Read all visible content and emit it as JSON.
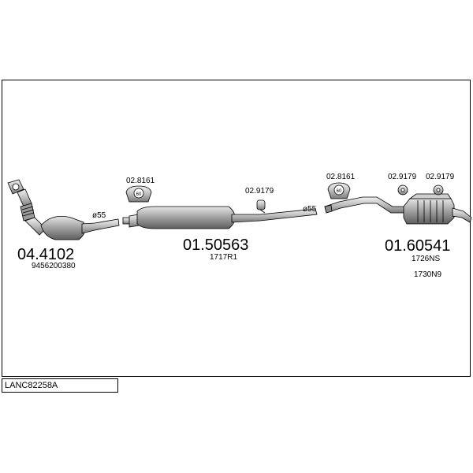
{
  "diagram_id": "LANC82258A",
  "parts": [
    {
      "key": "cat",
      "number": "04.4102",
      "refs": [
        "9456200380"
      ]
    },
    {
      "key": "mid",
      "number": "01.50563",
      "refs": [
        "1717R1"
      ]
    },
    {
      "key": "rear",
      "number": "01.60541",
      "refs": [
        "1726NS",
        "1730N9"
      ]
    }
  ],
  "fittings": [
    {
      "key": "clamp1",
      "code": "02.8161"
    },
    {
      "key": "hanger1",
      "code": "02.9179"
    },
    {
      "key": "clamp2",
      "code": "02.8161"
    },
    {
      "key": "hanger2",
      "code": "02.9179"
    },
    {
      "key": "hanger3",
      "code": "02.9179"
    }
  ],
  "diameters": [
    {
      "key": "d1",
      "label": "ø55"
    },
    {
      "key": "d2",
      "label": "ø55"
    }
  ],
  "colors": {
    "line": "#000000",
    "fill_light": "#d9d9d9",
    "fill_dark": "#8c8c8c",
    "background": "#ffffff"
  }
}
